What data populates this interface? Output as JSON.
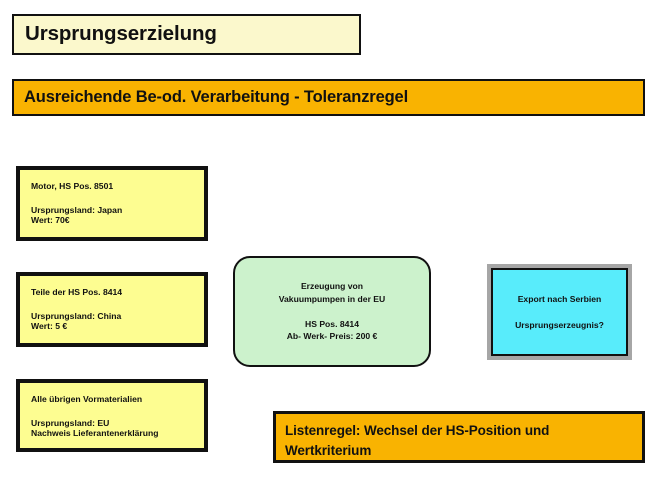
{
  "slide": {
    "title_banner": {
      "text": "Ursprungserzielung",
      "fill_color": "#fbf8cc",
      "border_color": "#111111"
    },
    "subtitle_banner": {
      "text": "Ausreichende Be-od. Verarbeitung - Toleranzregel",
      "fill_color": "#f9b301",
      "border_color": "#111111"
    },
    "material_boxes": [
      {
        "heading": "Motor, HS Pos. 8501",
        "origin": "Ursprungsland: Japan",
        "value": "Wert: 70€",
        "fill_color": "#fdfd91"
      },
      {
        "heading": "Teile der HS Pos. 8414",
        "origin": "Ursprungsland: China",
        "value": "Wert: 5 €",
        "fill_color": "#fdfd91"
      },
      {
        "heading": "Alle übrigen Vormaterialien",
        "origin": "Ursprungsland: EU",
        "value": "Nachweis Lieferantenerklärung",
        "fill_color": "#fdfd91"
      }
    ],
    "production_box": {
      "line1": "Erzeugung von",
      "line2": "Vakuumpumpen in der EU",
      "line3": "HS Pos. 8414",
      "line4": "Ab- Werk- Preis: 200 €",
      "fill_color": "#ccf2cc",
      "border_color": "#111111"
    },
    "export_box": {
      "line1": "Export nach Serbien",
      "line2": "Ursprungserzeugnis?",
      "fill_color": "#58ecfb",
      "outer_frame_color": "#a6a6a6",
      "border_color": "#111111"
    },
    "rule_box": {
      "line1": "Listenregel: Wechsel der HS-Position und",
      "line2": "Wertkriterium",
      "fill_color": "#f9b301",
      "border_color": "#111111"
    }
  }
}
